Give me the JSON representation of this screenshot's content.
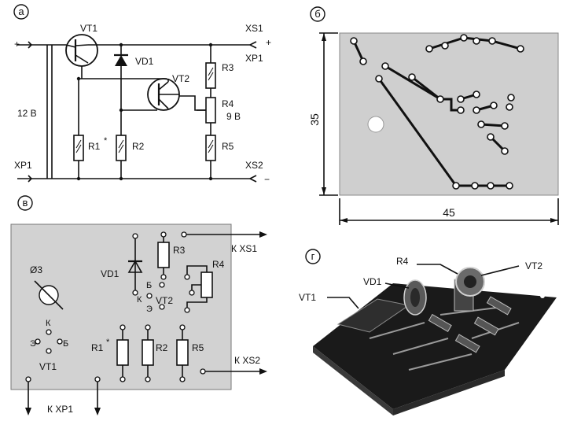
{
  "panels": {
    "a": {
      "badge": "а",
      "labels": {
        "vt1": "VT1",
        "vd1": "VD1",
        "vt2": "VT2",
        "r1": "R1",
        "r1_star": "*",
        "r2": "R2",
        "r3": "R3",
        "r4": "R4",
        "r5": "R5",
        "xs1": "XS1",
        "xp1_out": "XP1",
        "xs2": "XS2",
        "xp1_in": "XP1",
        "v12": "12 В",
        "v9": "9 В",
        "plus_left": "+",
        "plus_right": "+",
        "minus_right": "−"
      }
    },
    "b": {
      "badge": "б",
      "dim_height": "35",
      "dim_width": "45"
    },
    "c": {
      "badge": "в",
      "labels": {
        "hole": "Ø3",
        "vt1": "VT1",
        "k": "К",
        "e": "Э",
        "b": "Б",
        "vd1": "VD1",
        "vt2": "VT2",
        "vt2_b": "Б",
        "vt2_k": "К",
        "vt2_e": "Э",
        "r1": "R1",
        "r1_star": "*",
        "r2": "R2",
        "r3": "R3",
        "r4": "R4",
        "r5": "R5",
        "to_xs1": "К XS1",
        "to_xs2": "К XS2",
        "to_xp1": "К XP1"
      }
    },
    "d": {
      "badge": "г",
      "labels": {
        "r4": "R4",
        "vd1": "VD1",
        "vt2": "VT2",
        "vt1": "VT1"
      }
    }
  }
}
